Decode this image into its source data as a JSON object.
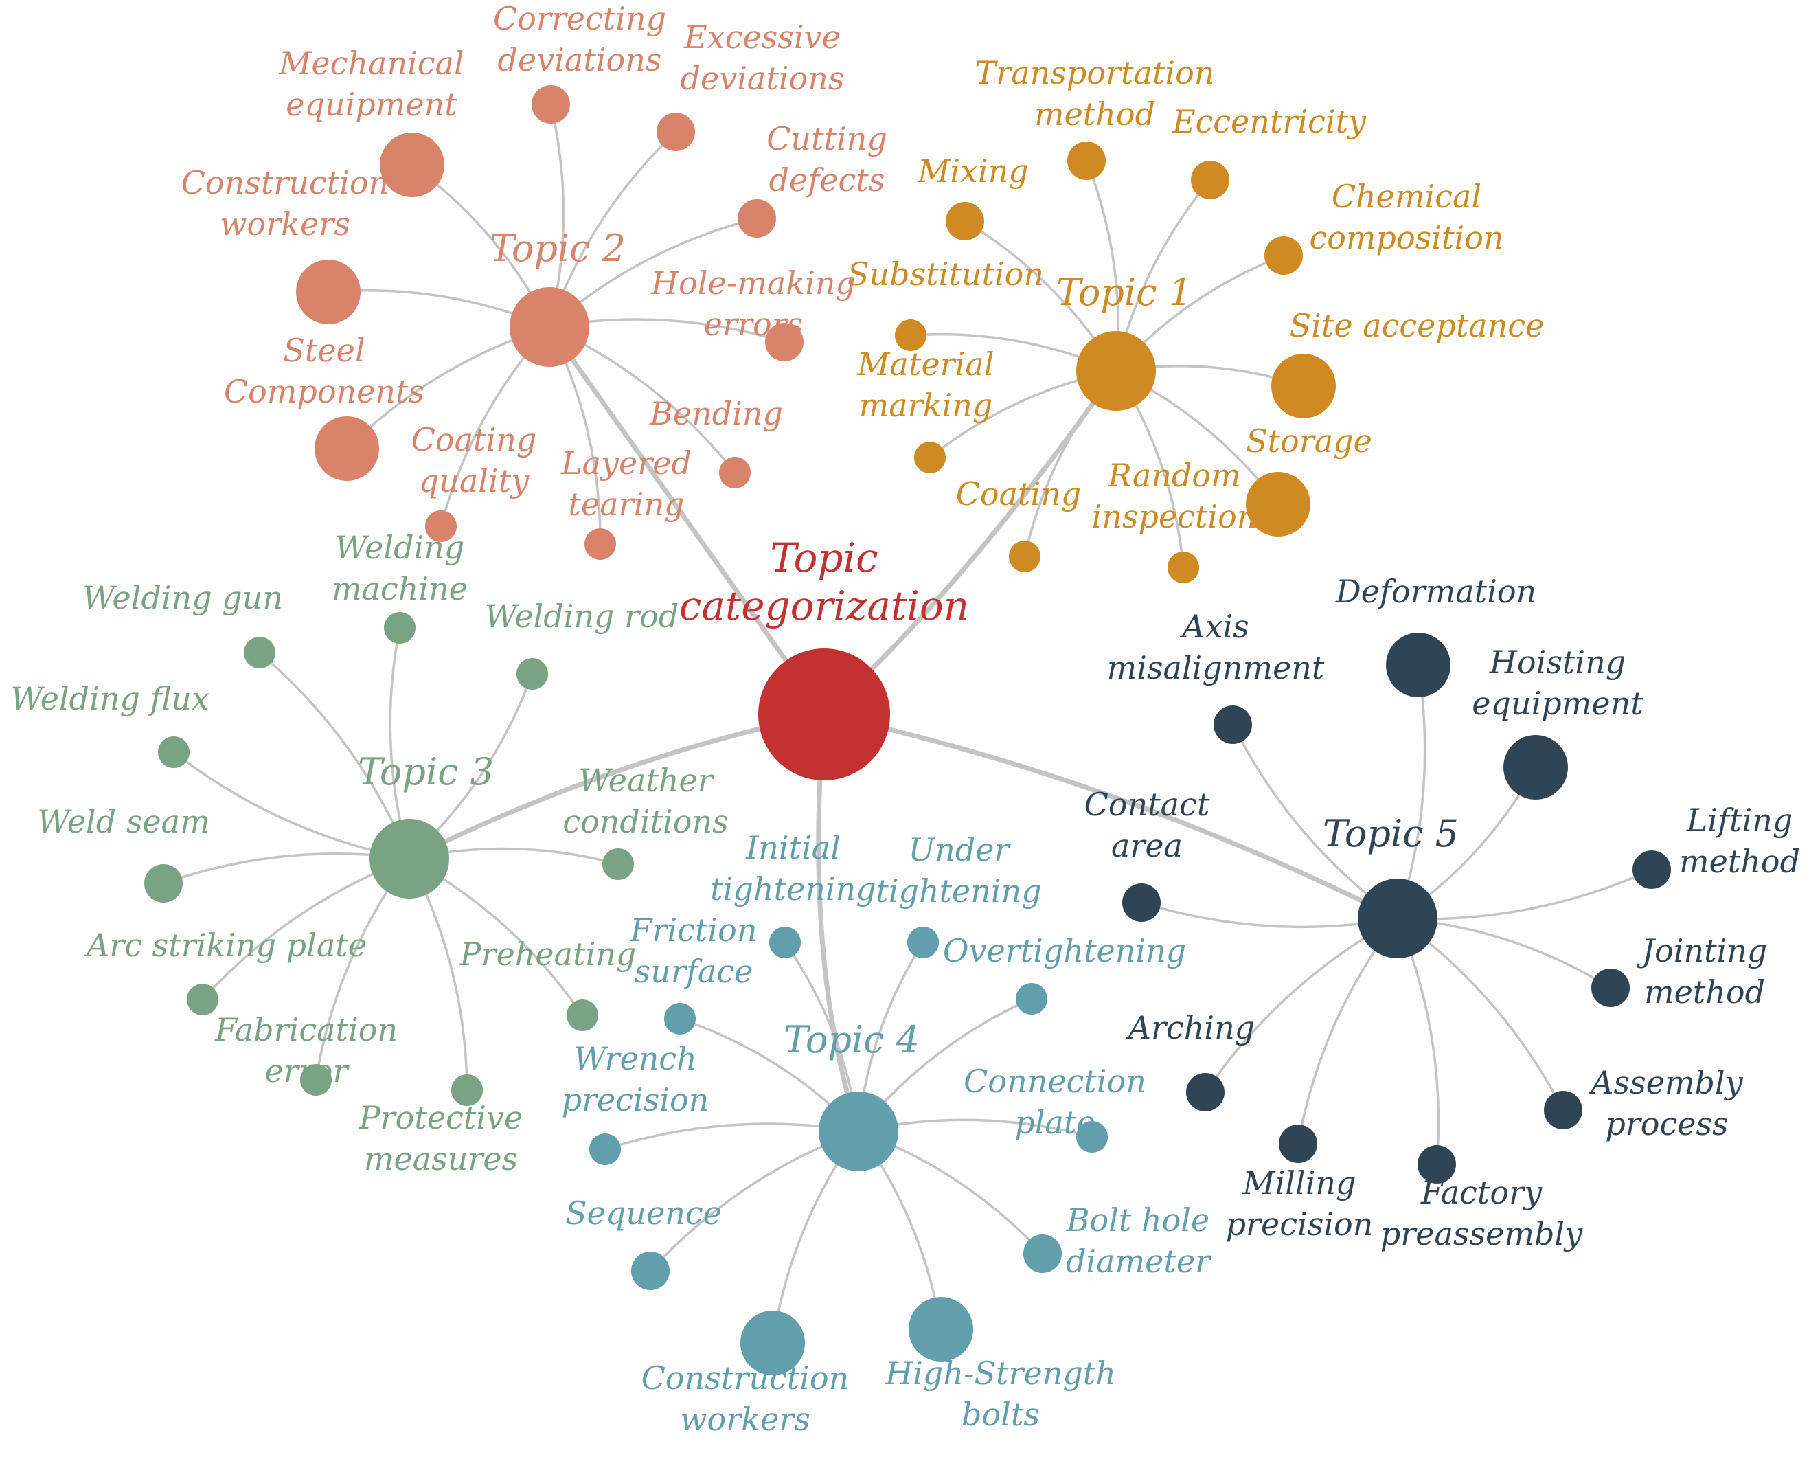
{
  "colors": {
    "root": "#c43131",
    "topic1": "#cf8a24",
    "topic2": "#d9836a",
    "topic3": "#7aa383",
    "topic4": "#609fab",
    "topic5": "#2f4556",
    "edge": "#c4c4c4"
  },
  "root": {
    "label": [
      "Topic",
      "categorization"
    ]
  },
  "topics": [
    {
      "id": "topic1",
      "label": "Topic 1",
      "color": "topic1",
      "leaves": [
        {
          "name": "transportation-method",
          "label": [
            "Transportation",
            "method"
          ]
        },
        {
          "name": "eccentricity",
          "label": [
            "Eccentricity"
          ]
        },
        {
          "name": "mixing",
          "label": [
            "Mixing"
          ]
        },
        {
          "name": "chemical-composition",
          "label": [
            "Chemical",
            "composition"
          ]
        },
        {
          "name": "substitution",
          "label": [
            "Substitution"
          ]
        },
        {
          "name": "site-acceptance",
          "label": [
            "Site acceptance"
          ]
        },
        {
          "name": "material-marking",
          "label": [
            "Material",
            "marking"
          ]
        },
        {
          "name": "storage",
          "label": [
            "Storage"
          ]
        },
        {
          "name": "coating",
          "label": [
            "Coating"
          ]
        },
        {
          "name": "random-inspection",
          "label": [
            "Random",
            "inspection"
          ]
        }
      ]
    },
    {
      "id": "topic2",
      "label": "Topic 2",
      "color": "topic2",
      "leaves": [
        {
          "name": "correcting-deviations",
          "label": [
            "Correcting",
            "deviations"
          ]
        },
        {
          "name": "excessive-deviations",
          "label": [
            "Excessive",
            "deviations"
          ]
        },
        {
          "name": "mechanical-equipment",
          "label": [
            "Mechanical",
            "equipment"
          ]
        },
        {
          "name": "cutting-defects",
          "label": [
            "Cutting",
            "defects"
          ]
        },
        {
          "name": "construction-workers",
          "label": [
            "Construction",
            "workers"
          ]
        },
        {
          "name": "hole-making-errors",
          "label": [
            "Hole-making",
            "errors"
          ]
        },
        {
          "name": "steel-components",
          "label": [
            "Steel",
            "Components"
          ]
        },
        {
          "name": "bending",
          "label": [
            "Bending"
          ]
        },
        {
          "name": "coating-quality",
          "label": [
            "Coating",
            "quality"
          ]
        },
        {
          "name": "layered-tearing",
          "label": [
            "Layered",
            "tearing"
          ]
        }
      ]
    },
    {
      "id": "topic3",
      "label": "Topic 3",
      "color": "topic3",
      "leaves": [
        {
          "name": "welding-gun",
          "label": [
            "Welding gun"
          ]
        },
        {
          "name": "welding-machine",
          "label": [
            "Welding",
            "machine"
          ]
        },
        {
          "name": "welding-rod",
          "label": [
            "Welding rod"
          ]
        },
        {
          "name": "welding-flux",
          "label": [
            "Welding flux"
          ]
        },
        {
          "name": "weld-seam",
          "label": [
            "Weld seam"
          ]
        },
        {
          "name": "weather-conditions",
          "label": [
            "Weather",
            "conditions"
          ]
        },
        {
          "name": "arc-striking-plate",
          "label": [
            "Arc striking plate"
          ]
        },
        {
          "name": "preheating",
          "label": [
            "Preheating"
          ]
        },
        {
          "name": "fabrication-error",
          "label": [
            "Fabrication",
            "error"
          ]
        },
        {
          "name": "protective-measures",
          "label": [
            "Protective",
            "measures"
          ]
        }
      ]
    },
    {
      "id": "topic4",
      "label": "Topic 4",
      "color": "topic4",
      "leaves": [
        {
          "name": "initial-tightening",
          "label": [
            "Initial",
            "tightening"
          ]
        },
        {
          "name": "under-tightening",
          "label": [
            "Under",
            "tightening"
          ]
        },
        {
          "name": "friction-surface",
          "label": [
            "Friction",
            "surface"
          ]
        },
        {
          "name": "overtightening",
          "label": [
            "Overtightening"
          ]
        },
        {
          "name": "wrench-precision",
          "label": [
            "Wrench",
            "precision"
          ]
        },
        {
          "name": "connection-plate",
          "label": [
            "Connection",
            "plate"
          ]
        },
        {
          "name": "sequence",
          "label": [
            "Sequence"
          ]
        },
        {
          "name": "bolt-hole-diameter",
          "label": [
            "Bolt hole",
            "diameter"
          ]
        },
        {
          "name": "construction-workers",
          "label": [
            "Construction",
            "workers"
          ]
        },
        {
          "name": "high-strength-bolts",
          "label": [
            "High-Strength",
            "bolts"
          ]
        }
      ]
    },
    {
      "id": "topic5",
      "label": "Topic 5",
      "color": "topic5",
      "leaves": [
        {
          "name": "deformation",
          "label": [
            "Deformation"
          ]
        },
        {
          "name": "axis-misalignment",
          "label": [
            "Axis",
            "misalignment"
          ]
        },
        {
          "name": "hoisting-equipment",
          "label": [
            "Hoisting",
            "equipment"
          ]
        },
        {
          "name": "contact-area",
          "label": [
            "Contact",
            "area"
          ]
        },
        {
          "name": "lifting-method",
          "label": [
            "Lifting",
            "method"
          ]
        },
        {
          "name": "jointing-method",
          "label": [
            "Jointing",
            "method"
          ]
        },
        {
          "name": "arching",
          "label": [
            "Arching"
          ]
        },
        {
          "name": "assembly-process",
          "label": [
            "Assembly",
            "process"
          ]
        },
        {
          "name": "milling-precision",
          "label": [
            "Milling",
            "precision"
          ]
        },
        {
          "name": "factory-preassembly",
          "label": [
            "Factory",
            "preassembly"
          ]
        }
      ]
    }
  ]
}
